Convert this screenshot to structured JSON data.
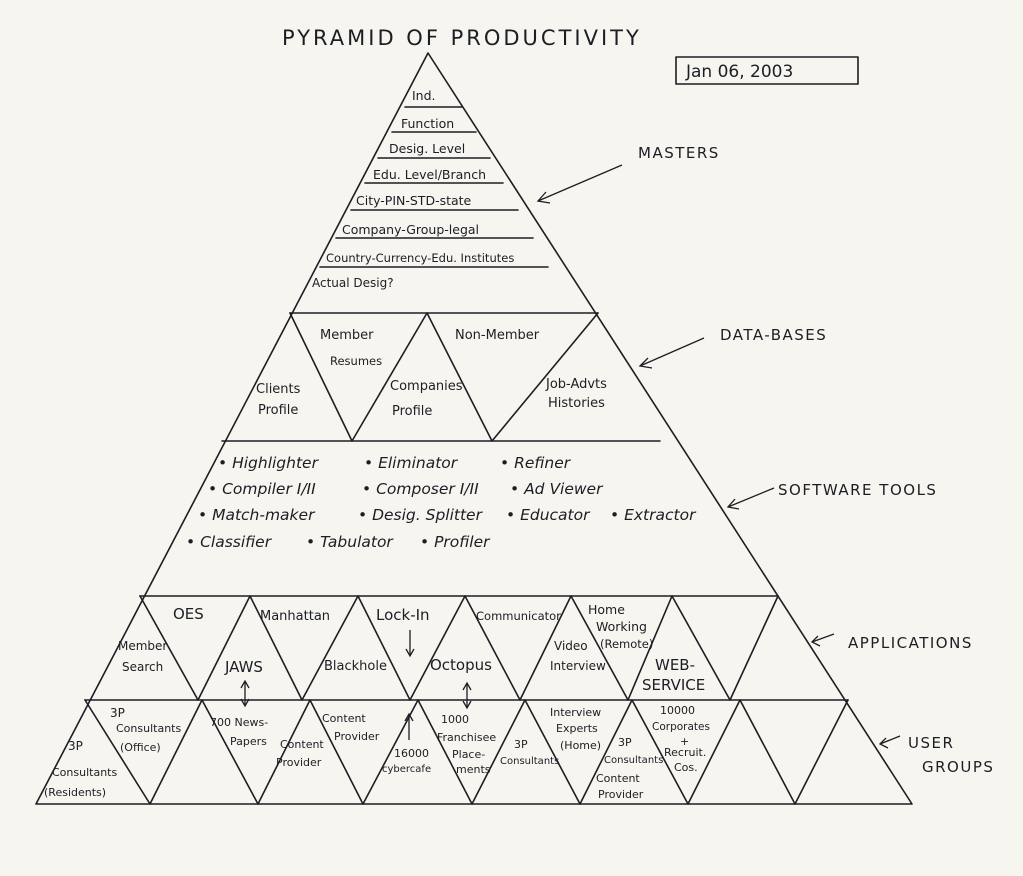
{
  "title": "PYRAMID OF PRODUCTIVITY",
  "date": "Jan 06, 2003",
  "side_labels": {
    "masters": "MASTERS",
    "databases": "DATA-BASES",
    "software_tools": "SOFTWARE TOOLS",
    "applications": "APPLICATIONS",
    "user": "USER",
    "groups": "GROUPS"
  },
  "masters": {
    "rows": [
      "Ind.",
      "Function",
      "Desig. Level",
      "Edu. Level/Branch",
      "City-PIN-STD-state",
      "Company-Group-legal",
      "Country-Currency-Edu. Institutes"
    ],
    "note": "Actual Desig?"
  },
  "databases": {
    "member": "Member",
    "resumes": "Resumes",
    "non_member": "Non-Member",
    "clients": "Clients",
    "clients_profile": "Profile",
    "companies": "Companies",
    "companies_profile": "Profile",
    "job_advts": "Job-Advts",
    "histories": "Histories"
  },
  "software_tools": {
    "row1": [
      "• Highlighter",
      "• Eliminator",
      "• Refiner"
    ],
    "row2": [
      "• Compiler I/II",
      "• Composer I/II",
      "• Ad Viewer"
    ],
    "row3": [
      "• Match-maker",
      "• Desig. Splitter",
      "• Educator",
      "• Extractor"
    ],
    "row4": [
      "• Classifier",
      "• Tabulator",
      "• Profiler"
    ]
  },
  "applications": {
    "oes": "OES",
    "member": "Member",
    "search": "Search",
    "manhattan": "Manhattan",
    "jaws": "JAWS",
    "blackhole": "Blackhole",
    "lock_in": "Lock-In",
    "octopus": "Octopus",
    "communicator": "Communicator",
    "video": "Video",
    "interview": "Interview",
    "home": "Home",
    "working": "Working",
    "remote": "(Remote)",
    "web": "WEB-",
    "service": "SERVICE"
  },
  "user_groups": {
    "c3p_a": "3P",
    "c3p_a2": "Consultants",
    "c3p_a3": "(Residents)",
    "c3p_b": "3P",
    "c3p_b2": "Consultants",
    "c3p_b3": "(Office)",
    "news_a": "700 News-",
    "news_b": "Papers",
    "content_a": "Content",
    "content_b": "Provider",
    "content2_a": "Content",
    "content2_b": "Provider",
    "cyber_a": "16000",
    "cyber_b": "cybercafe",
    "fr_a": "1000",
    "fr_b": "Franchisee",
    "fr_c": "Place-",
    "fr_d": "ments",
    "c3p_c": "3P",
    "c3p_c2": "Consultants",
    "iv_a": "Interview",
    "iv_b": "Experts",
    "iv_c": "(Home)",
    "c3p_d": "3P",
    "c3p_d2": "Consultants",
    "cp_a": "Content",
    "cp_b": "Provider",
    "corp_a": "10000",
    "corp_b": "Corporates",
    "corp_c": "+",
    "corp_d": "Recruit.",
    "corp_e": "Cos."
  },
  "colors": {
    "ink": "#1d1d24",
    "paper": "#f6f5f0"
  }
}
